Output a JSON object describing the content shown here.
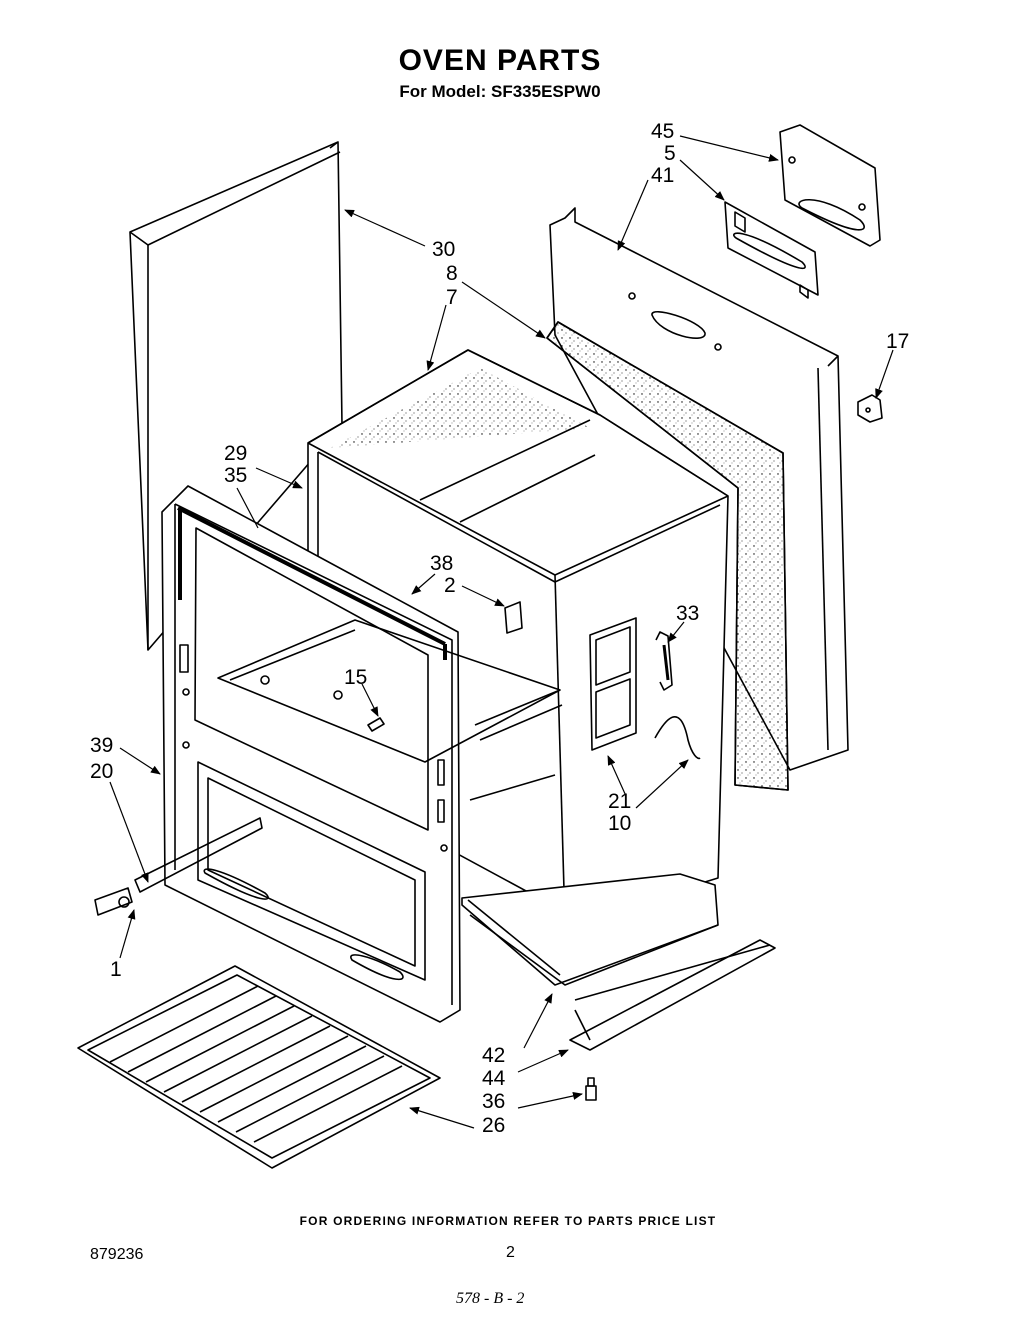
{
  "header": {
    "title": "OVEN PARTS",
    "model_line": "For Model: SF335ESPW0"
  },
  "callouts": {
    "c45": "45",
    "c5": "5",
    "c41": "41",
    "c30": "30",
    "c8": "8",
    "c7": "7",
    "c17": "17",
    "c29": "29",
    "c35": "35",
    "c38": "38",
    "c2": "2",
    "c33": "33",
    "c15": "15",
    "c39": "39",
    "c20": "20",
    "c21": "21",
    "c10": "10",
    "c1": "1",
    "c42": "42",
    "c44": "44",
    "c36": "36",
    "c26": "26"
  },
  "footer": {
    "ordering_note": "FOR ORDERING INFORMATION REFER TO PARTS PRICE LIST",
    "doc_number": "879236",
    "page_number": "2",
    "handwritten_mark": "578 - B - 2"
  }
}
